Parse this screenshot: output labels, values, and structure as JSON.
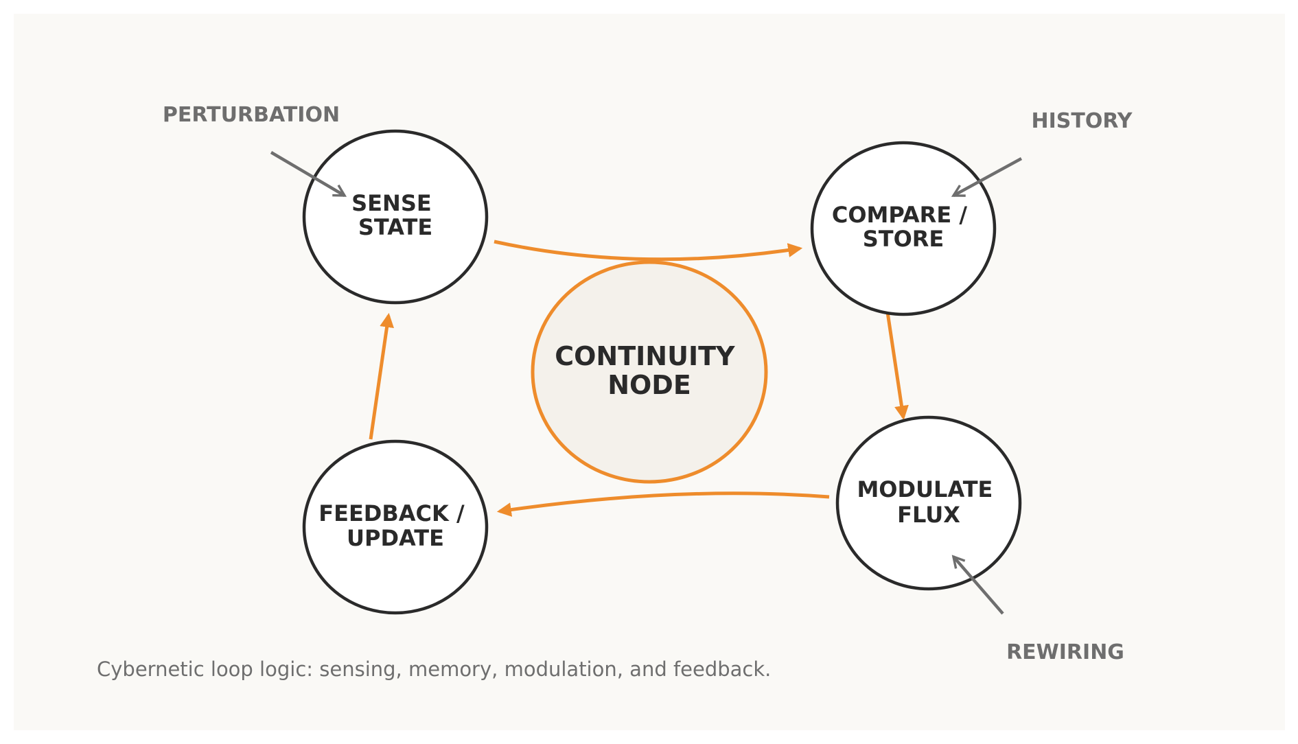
{
  "colors": {
    "panel_bg": "#faf9f6",
    "node_stroke": "#2a2a2a",
    "node_fill": "#ffffff",
    "center_fill": "#f4f1eb",
    "accent": "#ee8c2c",
    "external": "#6e6e6e"
  },
  "nodes": {
    "sense": {
      "line1": "SENSE",
      "line2": "STATE"
    },
    "compare": {
      "line1": "COMPARE /",
      "line2": "STORE"
    },
    "modulate": {
      "line1": "MODULATE",
      "line2": "FLUX"
    },
    "feedback": {
      "line1": "FEEDBACK /",
      "line2": "UPDATE"
    },
    "center": {
      "line1": "CONTINUITY",
      "line2": "NODE"
    }
  },
  "inputs": {
    "perturbation": "PERTURBATION",
    "history": "HISTORY",
    "rewiring": "REWIRING"
  },
  "caption": "Cybernetic loop logic: sensing, memory, modulation, and feedback."
}
